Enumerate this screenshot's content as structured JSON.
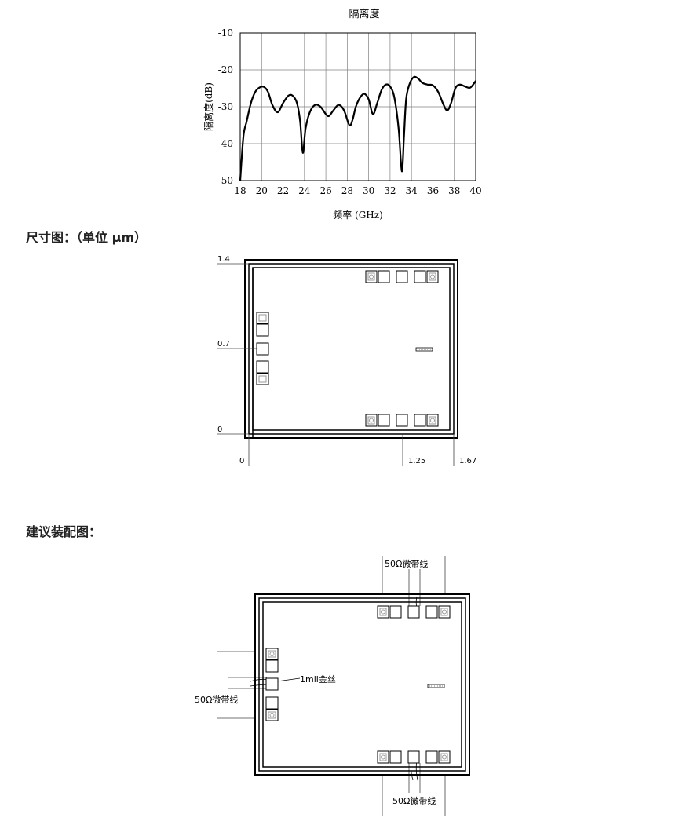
{
  "chart_data": {
    "type": "line",
    "title": "隔离度",
    "xlabel": "频率 (GHz)",
    "ylabel": "隔离度(dB)",
    "xlim": [
      18,
      40
    ],
    "ylim": [
      -50,
      -10
    ],
    "x_ticks": [
      "18",
      "20",
      "22",
      "24",
      "26",
      "28",
      "30",
      "32",
      "34",
      "36",
      "38",
      "40"
    ],
    "y_ticks": [
      "-10",
      "-20",
      "-30",
      "-40",
      "-50"
    ],
    "grid": true,
    "series": [
      {
        "x": [
          18.0,
          18.3,
          18.6,
          19.0,
          19.4,
          19.8,
          20.2,
          20.6,
          21.0,
          21.5,
          22.0,
          22.5,
          22.9,
          23.3,
          23.6,
          23.85,
          24.1,
          24.5,
          25.0,
          25.5,
          26.0,
          26.3,
          26.7,
          27.2,
          27.7,
          28.2,
          28.5,
          28.8,
          29.2,
          29.6,
          30.0,
          30.4,
          30.8,
          31.2,
          31.6,
          32.0,
          32.4,
          32.8,
          33.1,
          33.3,
          33.5,
          33.8,
          34.2,
          34.6,
          35.0,
          35.5,
          36.0,
          36.5,
          37.0,
          37.35,
          37.7,
          38.1,
          38.5,
          39.0,
          39.5,
          40.0
        ],
        "y": [
          -50,
          -38,
          -34,
          -29,
          -26,
          -24.8,
          -24.6,
          -26,
          -29.5,
          -31.5,
          -29,
          -27,
          -27,
          -29,
          -34,
          -42.5,
          -36,
          -31.5,
          -29.5,
          -30,
          -32,
          -32.5,
          -31,
          -29.5,
          -31,
          -35,
          -33.5,
          -30,
          -27.5,
          -26.5,
          -28,
          -32,
          -29,
          -25.5,
          -24,
          -24.5,
          -27.5,
          -36,
          -47.5,
          -38,
          -28,
          -24,
          -22,
          -22.3,
          -23.5,
          -24,
          -24.2,
          -26,
          -29.5,
          -31,
          -29,
          -25,
          -24,
          -24.5,
          -24.8,
          -23
        ]
      }
    ]
  },
  "sections": {
    "dimension_title": "尺寸图：（单位 μm）",
    "assembly_title": "建议装配图："
  },
  "dimension_drawing": {
    "y_labels": [
      "1.4",
      "0.7",
      "0"
    ],
    "x_labels": [
      "0",
      "1.25",
      "1.67"
    ]
  },
  "assembly_drawing": {
    "microstrip_label": "50Ω微带线",
    "bond_wire_label": "1mil金丝"
  },
  "colors": {
    "line": "#000000",
    "grid": "#808080",
    "pad_fill": "#ffffff",
    "pad_inner": "#bdbdbd"
  }
}
